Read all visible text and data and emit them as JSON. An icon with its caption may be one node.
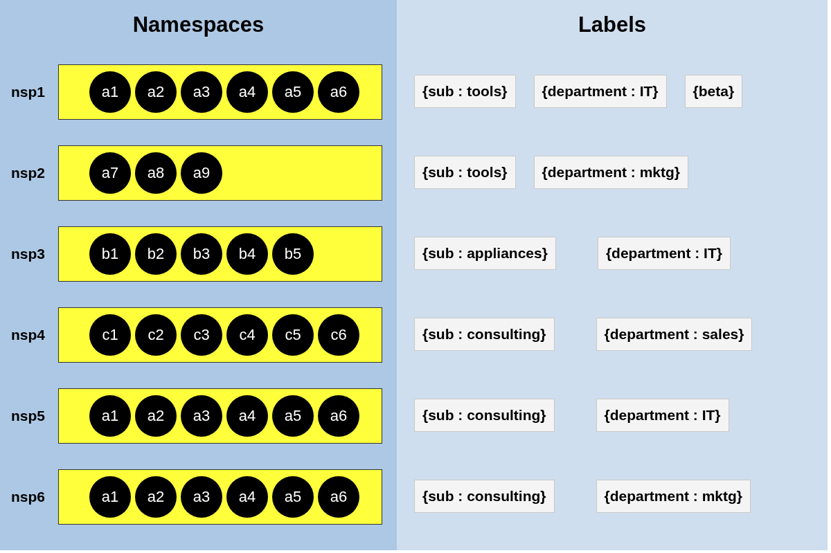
{
  "diagram": {
    "nodes": [
      {
        "text": [
          "Namespaces"
        ]
      },
      {
        "text": [
          "Labels"
        ]
      },
      {
        "text": [
          "nsp1"
        ],
        "in": 0
      },
      {
        "text": [
          "a1"
        ],
        "in": 2
      },
      {
        "text": [
          "a2"
        ],
        "in": 2
      },
      {
        "text": [
          "a3"
        ],
        "in": 2
      },
      {
        "text": [
          "a4"
        ],
        "in": 2
      },
      {
        "text": [
          "a5"
        ],
        "in": 2
      },
      {
        "text": [
          "a6"
        ],
        "in": 2
      },
      {
        "text": [
          "{sub : tools}"
        ],
        "in": 1
      },
      {
        "text": [
          "{department : IT}"
        ],
        "in": 1
      },
      {
        "text": [
          "{beta}"
        ],
        "in": 1
      },
      {
        "text": [
          "nsp2"
        ],
        "in": 0
      },
      {
        "text": [
          "a7"
        ],
        "in": 12
      },
      {
        "text": [
          "a8"
        ],
        "in": 12
      },
      {
        "text": [
          "a9"
        ],
        "in": 12
      },
      {
        "text": [
          "{sub : tools}"
        ],
        "in": 1
      },
      {
        "text": [
          "{department : mktg}"
        ],
        "in": 1
      },
      {
        "text": [
          "nsp3"
        ],
        "in": 0
      },
      {
        "text": [
          "b1"
        ],
        "in": 18
      },
      {
        "text": [
          "b2"
        ],
        "in": 18
      },
      {
        "text": [
          "b3"
        ],
        "in": 18
      },
      {
        "text": [
          "b4"
        ],
        "in": 18
      },
      {
        "text": [
          "b5"
        ],
        "in": 18
      },
      {
        "text": [
          "{sub : appliances}"
        ],
        "in": 1
      },
      {
        "text": [
          "{department : IT}"
        ],
        "in": 1
      },
      {
        "text": [
          "nsp4"
        ],
        "in": 0
      },
      {
        "text": [
          "c1"
        ],
        "in": 26
      },
      {
        "text": [
          "c2"
        ],
        "in": 26
      },
      {
        "text": [
          "c3"
        ],
        "in": 26
      },
      {
        "text": [
          "c4"
        ],
        "in": 26
      },
      {
        "text": [
          "c5"
        ],
        "in": 26
      },
      {
        "text": [
          "c6"
        ],
        "in": 26
      },
      {
        "text": [
          "{sub : consulting}"
        ],
        "in": 1
      },
      {
        "text": [
          "{department : sales}"
        ],
        "in": 1
      },
      {
        "text": [
          "nsp5"
        ],
        "in": 0
      },
      {
        "text": [
          "a1"
        ],
        "in": 35
      },
      {
        "text": [
          "a2"
        ],
        "in": 35
      },
      {
        "text": [
          "a3"
        ],
        "in": 35
      },
      {
        "text": [
          "a4"
        ],
        "in": 35
      },
      {
        "text": [
          "a5"
        ],
        "in": 35
      },
      {
        "text": [
          "a6"
        ],
        "in": 35
      },
      {
        "text": [
          "{sub : consulting}"
        ],
        "in": 1
      },
      {
        "text": [
          "{department : IT}"
        ],
        "in": 1
      },
      {
        "text": [
          "nsp6"
        ],
        "in": 0
      },
      {
        "text": [
          "a1"
        ],
        "in": 44
      },
      {
        "text": [
          "a2"
        ],
        "in": 44
      },
      {
        "text": [
          "a3"
        ],
        "in": 44
      },
      {
        "text": [
          "a4"
        ],
        "in": 44
      },
      {
        "text": [
          "a5"
        ],
        "in": 44
      },
      {
        "text": [
          "a6"
        ],
        "in": 44
      },
      {
        "text": [
          "{sub : consulting}"
        ],
        "in": 1
      },
      {
        "text": [
          "{department : mktg}"
        ],
        "in": 1
      }
    ],
    "edges": []
  }
}
